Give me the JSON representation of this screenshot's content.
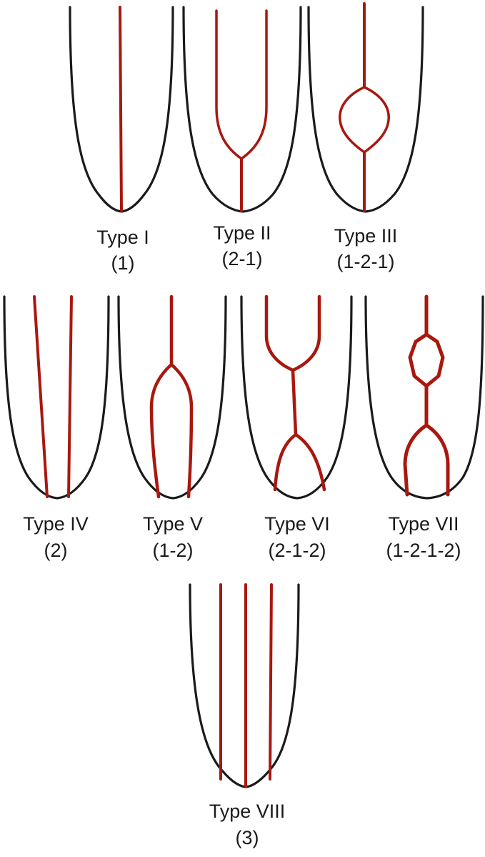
{
  "colors": {
    "outline": "#1a1a1a",
    "canal": "#a8180f",
    "text": "#1a1a1a",
    "background": "#ffffff"
  },
  "types": [
    {
      "name": "Type I",
      "code": "(1)"
    },
    {
      "name": "Type II",
      "code": "(2-1)"
    },
    {
      "name": "Type III",
      "code": "(1-2-1)"
    },
    {
      "name": "Type IV",
      "code": "(2)"
    },
    {
      "name": "Type V",
      "code": "(1-2)"
    },
    {
      "name": "Type VI",
      "code": "(2-1-2)"
    },
    {
      "name": "Type VII",
      "code": "(1-2-1-2)"
    },
    {
      "name": "Type VIII",
      "code": "(3)"
    }
  ]
}
